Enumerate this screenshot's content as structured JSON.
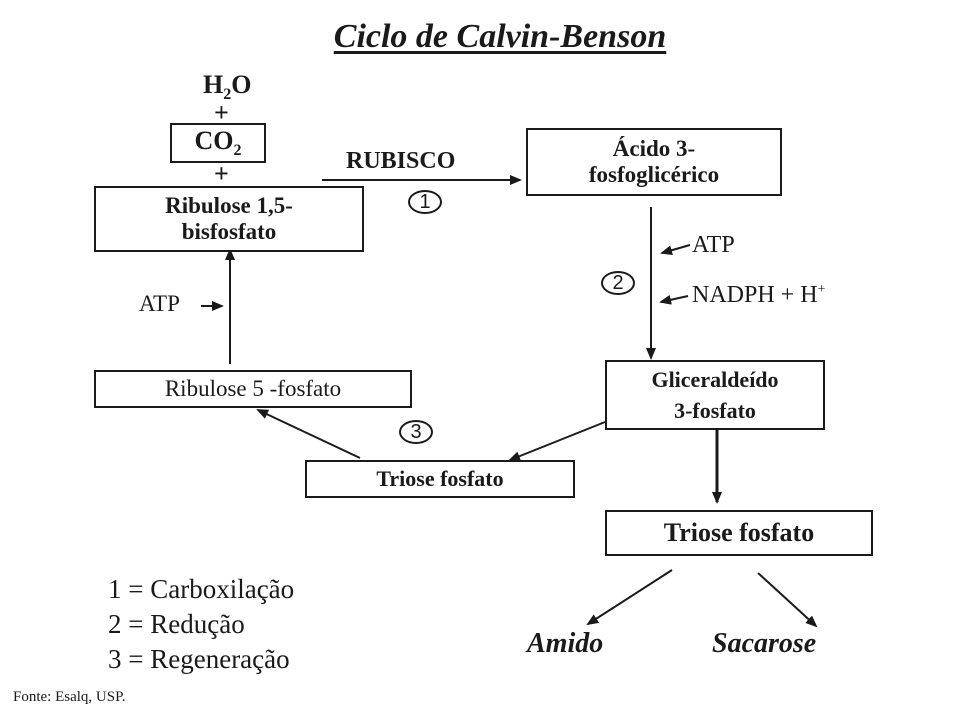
{
  "title": "Ciclo de Calvin-Benson",
  "inputs": {
    "water": "H",
    "water_sub": "2",
    "water_o": "O",
    "plus1": "+",
    "co2": "CO",
    "co2_sub": "2",
    "plus2": "+"
  },
  "boxes": {
    "rubp_line1": "Ribulose 1,5-",
    "rubp_line2": "bisfosfato",
    "pga_line1": "Ácido 3-",
    "pga_line2": "fosfoglicérico",
    "g3p_line1": "Gliceraldeído",
    "g3p_line2": "3-fosfato",
    "ru5p": "Ribulose 5 -fosfato",
    "triose_left": "Triose fosfato",
    "triose_right": "Triose fosfato"
  },
  "labels": {
    "rubisco": "RUBISCO",
    "atp_right": "ATP",
    "nadph": "NADPH + H",
    "nadph_sup": "+",
    "atp_left": "ATP"
  },
  "steps": {
    "s1": "1",
    "s2": "2",
    "s3": "3"
  },
  "legend": [
    "1 = Carboxilação",
    "2 = Redução",
    "3 = Regeneração"
  ],
  "products": {
    "amido": "Amido",
    "sacarose": "Sacarose"
  },
  "source": "Fonte: Esalq, USP."
}
